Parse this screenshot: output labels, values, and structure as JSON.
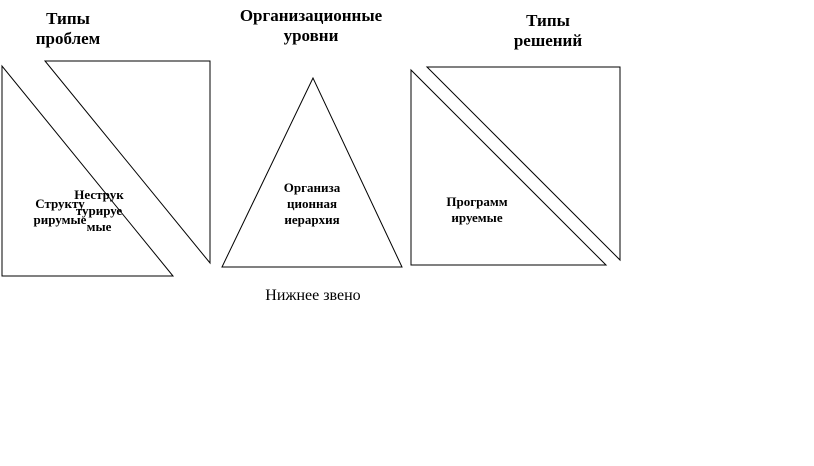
{
  "headings": {
    "problem_types": "Типы\nпроблем",
    "org_levels": "Организационные\nуровни",
    "solution_types": "Типы\nрешений"
  },
  "labels": {
    "structured": "Структу\nрирумые",
    "unstructured": "Неструк\nтурируе\nмые",
    "hierarchy": "Организа\nционная\nиерархия",
    "programmable": "Программ\nируемые"
  },
  "footer": {
    "bottom_level": "Нижнее звено"
  },
  "colors": {
    "line": "#000000",
    "background": "#ffffff"
  }
}
